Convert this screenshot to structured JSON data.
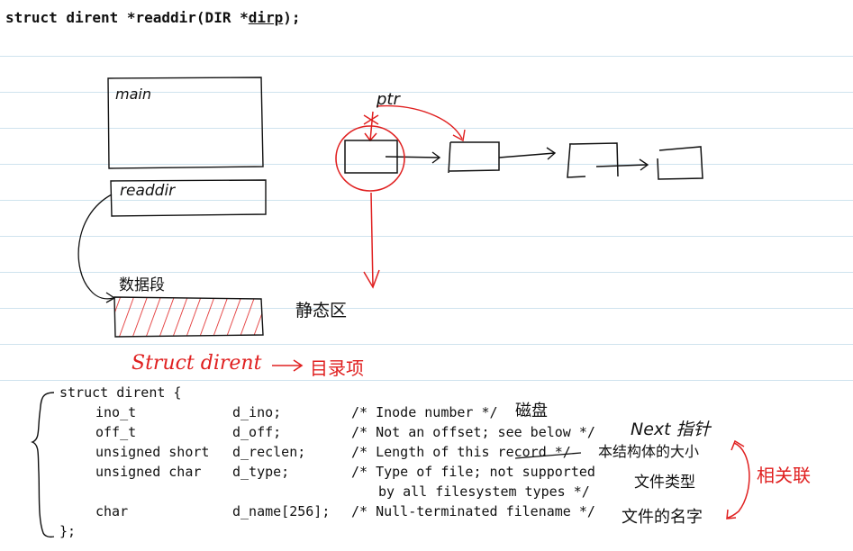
{
  "signature": {
    "pre": "struct dirent *readdir(DIR *",
    "param": "dirp",
    "post": ");"
  },
  "diagram": {
    "main_label": "main",
    "readdir_label": "readdir",
    "data_segment_label": "数据段",
    "ptr_label": "ptr",
    "static_label": "静态区",
    "struct_note": "Struct dirent",
    "struct_note_target": "目录项",
    "related_note": "相关联"
  },
  "code": {
    "open": "struct dirent {",
    "close": "};",
    "fields": [
      {
        "type": "ino_t",
        "name": "d_ino;",
        "comment": "/* Inode number */"
      },
      {
        "type": "off_t",
        "name": "d_off;",
        "comment": "/* Not an offset; see below */"
      },
      {
        "type": "unsigned short",
        "name": "d_reclen;",
        "comment": "/* Length of this record */"
      },
      {
        "type": "unsigned char",
        "name": "d_type;",
        "comment": "/* Type of file; not supported"
      },
      {
        "type": "",
        "name": "",
        "comment": "by all filesystem types */"
      },
      {
        "type": "char",
        "name": "d_name[256];",
        "comment": "/* Null-terminated filename */"
      }
    ]
  },
  "annotations": {
    "d_ino": "磁盘",
    "d_off": "Next 指针",
    "d_reclen": "本结构体的大小",
    "d_type": "文件类型",
    "d_name": "文件的名字"
  },
  "colors": {
    "ink": "#111111",
    "red": "#e02020",
    "rule": "#cfe3ee"
  }
}
